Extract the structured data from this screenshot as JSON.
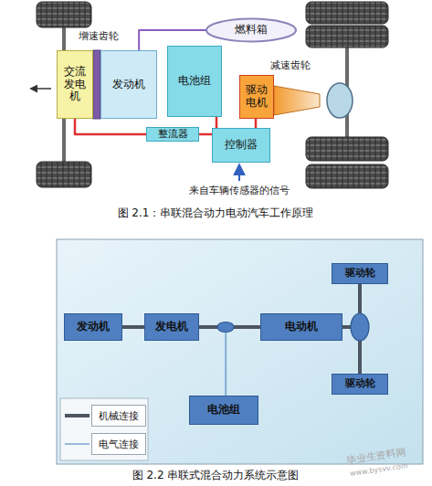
{
  "diagram": {
    "caption": "图 2.2 串联式混合动力系统示意图",
    "nodes": [
      {
        "text": [
          "燃料箱"
        ]
      },
      {
        "text": [
          "交流 发电机"
        ]
      },
      {
        "text": [
          "发动机"
        ]
      },
      {
        "text": [
          "电池组"
        ]
      },
      {
        "text": [
          "驱动 电机"
        ]
      },
      {
        "text": [
          "整流器"
        ]
      },
      {
        "text": [
          "控制器"
        ]
      },
      {
        "text": [
          "驱动轮"
        ]
      },
      {
        "text": [
          "发动机"
        ]
      },
      {
        "text": [
          "发电机"
        ]
      },
      {
        "text": [
          "电动机"
        ]
      },
      {
        "text": [
          "电池组"
        ]
      },
      {
        "text": [
          "驱动轮"
        ]
      }
    ],
    "edges": [
      {
        "from": 0,
        "to": 2,
        "arrow": "none"
      },
      {
        "from": 1,
        "to": 5,
        "arrow": "none"
      },
      {
        "from": 5,
        "to": 6,
        "arrow": "none"
      },
      {
        "from": 3,
        "to": 6,
        "arrow": "none"
      },
      {
        "from": 6,
        "to": 4,
        "arrow": "none"
      },
      {
        "from": 8,
        "to": 9,
        "arrow": "none"
      },
      {
        "from": 9,
        "to": 10,
        "arrow": "none"
      },
      {
        "from": 11,
        "to": 9,
        "arrow": "none"
      },
      {
        "from": 11,
        "to": 10,
        "arrow": "none"
      },
      {
        "from": 10,
        "to": 7,
        "arrow": "none"
      },
      {
        "from": 10,
        "to": 12,
        "arrow": "none"
      }
    ],
    "labels": [
      "增速齿轮",
      "减速齿轮",
      "来自车辆传感器的信号",
      "图 2.1：串联混合动力电动汽车工作原理",
      "毕业生资料网",
      "www.bysvv.com"
    ],
    "legend": [
      {
        "text": "机械连接"
      },
      {
        "text": "电气连接"
      }
    ]
  }
}
